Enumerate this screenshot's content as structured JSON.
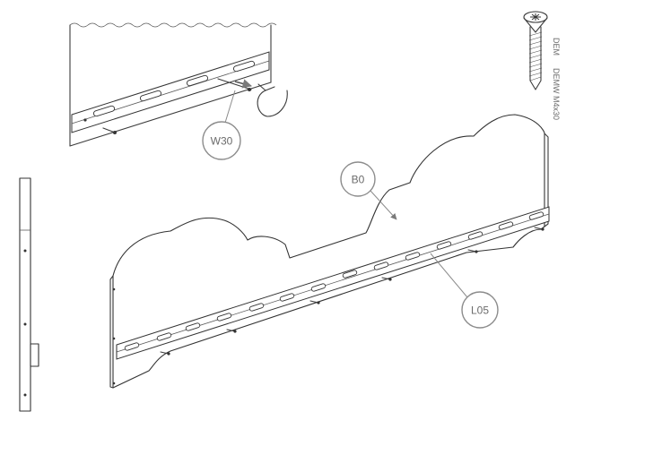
{
  "callouts": {
    "w30": "W30",
    "b0": "B0",
    "l05": "L05"
  },
  "screw_labels": {
    "top": "DEM",
    "bottom": "DEMW M4x30"
  },
  "colors": {
    "line": "#333333",
    "callout": "#8c8c8c",
    "background": "#ffffff"
  }
}
